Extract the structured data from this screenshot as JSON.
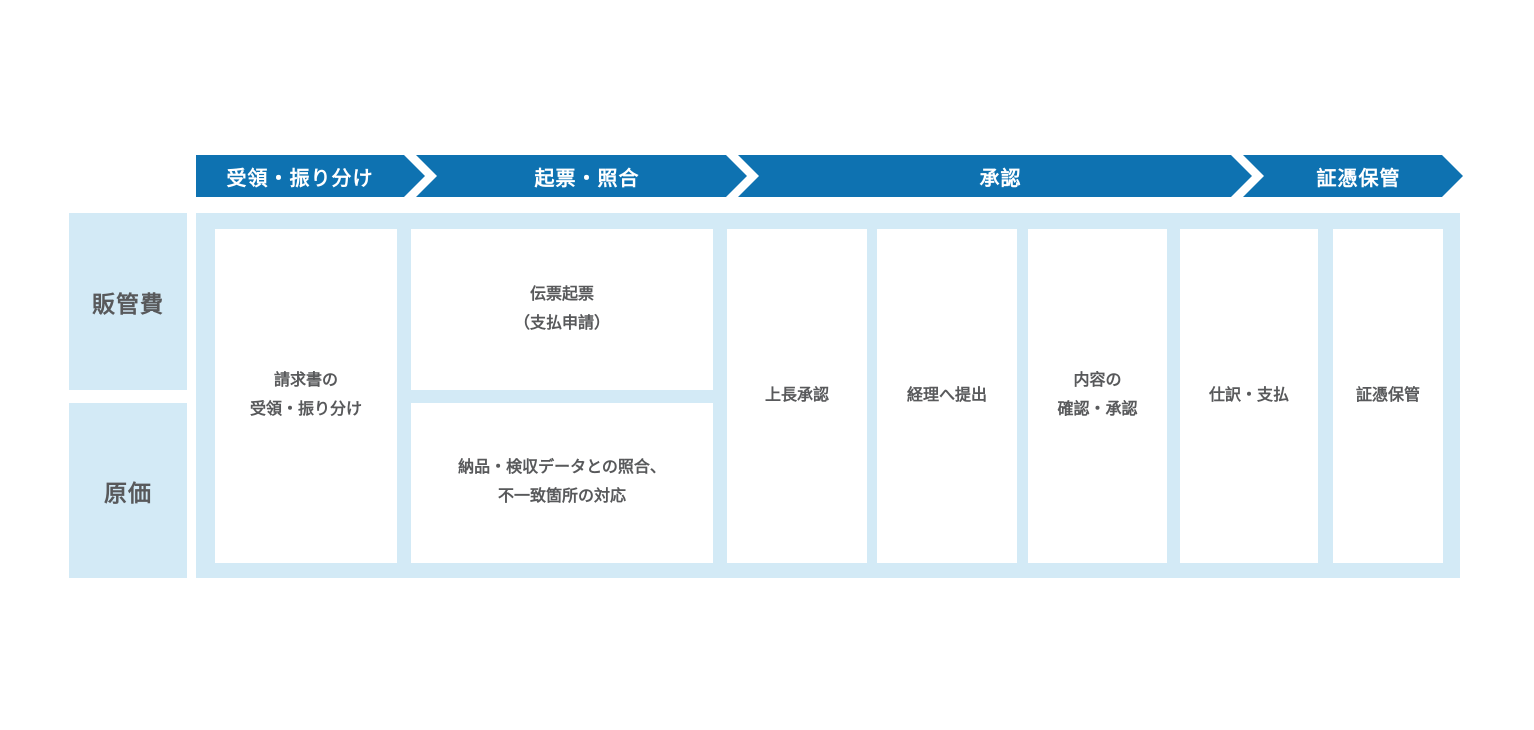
{
  "colors": {
    "primary_blue": "#0e72b1",
    "band_light_blue": "#d3eaf6",
    "text_gray": "#58595b",
    "header_text": "#ffffff",
    "page_background": "#ffffff"
  },
  "header": {
    "stages": [
      {
        "label": "受領・振り分け"
      },
      {
        "label": "起票・照合"
      },
      {
        "label": "承認"
      },
      {
        "label": "証憑保管"
      }
    ]
  },
  "rows": [
    {
      "label": "販管費"
    },
    {
      "label": "原価"
    }
  ],
  "steps": [
    {
      "label": "請求書の\n受領・振り分け"
    },
    {
      "label": "伝票起票\n（支払申請）"
    },
    {
      "label": "納品・検収データとの照合、\n不一致箇所の対応"
    },
    {
      "label": "上長承認"
    },
    {
      "label": "経理へ提出"
    },
    {
      "label": "内容の\n確認・承認"
    },
    {
      "label": "仕訳・支払"
    },
    {
      "label": "証憑保管"
    }
  ]
}
